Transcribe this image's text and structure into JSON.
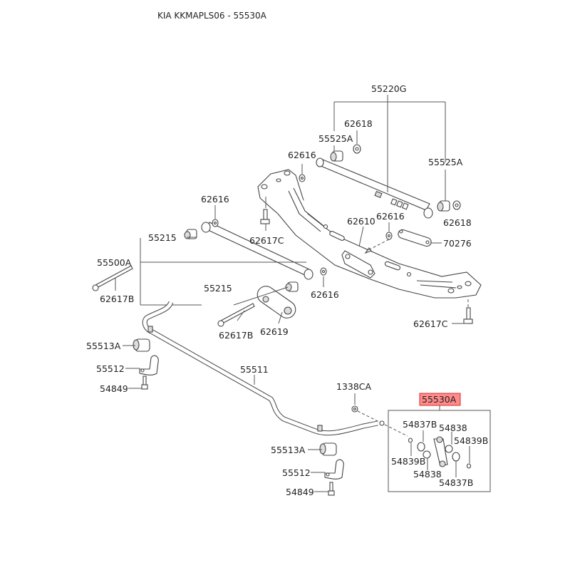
{
  "title": "KIA KKMAPLS06 - 55530A",
  "highlight_color": "#ff8a8a",
  "highlight_border": "#d33333",
  "labels": {
    "l55220G": "55220G",
    "l62618a": "62618",
    "l55525Aa": "55525A",
    "l62616a": "62616",
    "l55525Ab": "55525A",
    "l62616b": "62616",
    "l62618b": "62618",
    "l55215a": "55215",
    "l62617Ca": "62617C",
    "l62610": "62610",
    "l62616c": "62616",
    "l70276": "70276",
    "l55500A": "55500A",
    "l55215b": "55215",
    "l62616d": "62616",
    "l62617Ba": "62617B",
    "l62617Cb": "62617C",
    "l62617Bb": "62617B",
    "l62619": "62619",
    "l55513Aa": "55513A",
    "l55511": "55511",
    "l55512a": "55512",
    "l54849a": "54849",
    "l1338CA": "1338CA",
    "l55530A": "55530A",
    "l54837Ba": "54837B",
    "l54838a": "54838",
    "l54839Ba": "54839B",
    "l54839Bb": "54839B",
    "l54838b": "54838",
    "l54837Bb": "54837B",
    "l55513Ab": "55513A",
    "l55512b": "55512",
    "l54849b": "54849"
  }
}
